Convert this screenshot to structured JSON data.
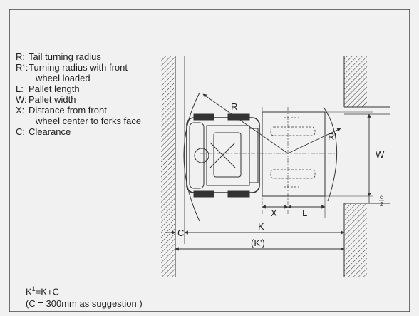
{
  "legend": {
    "r_key": "R:",
    "r_text": "Tail turning radius",
    "r1_key": "R¹:",
    "r1_text_1": "Turning radius with front",
    "r1_text_2": "wheel loaded",
    "l_key": "L:",
    "l_text": "Pallet length",
    "w_key": "W:",
    "w_text": "Pallet width",
    "x_key": "X:",
    "x_text_1": "Distance from front",
    "x_text_2": "wheel center to forks face",
    "c_key": "C:",
    "c_text": "Clearance"
  },
  "diagram": {
    "label_R": "R",
    "label_R1": "R'",
    "label_W": "W",
    "label_X": "X",
    "label_L": "L",
    "label_K": "K",
    "label_K1": "(K')",
    "label_C": "C",
    "label_c_half_num": "c",
    "label_c_half_den": "2"
  },
  "formula": {
    "line1_prefix": "K",
    "line1_sup": "1",
    "line1_suffix": "=K+C",
    "line2": "(C = 300mm as suggestion )"
  },
  "colors": {
    "background": "#f1f1f1",
    "line": "#333333",
    "frame": "#444444"
  }
}
